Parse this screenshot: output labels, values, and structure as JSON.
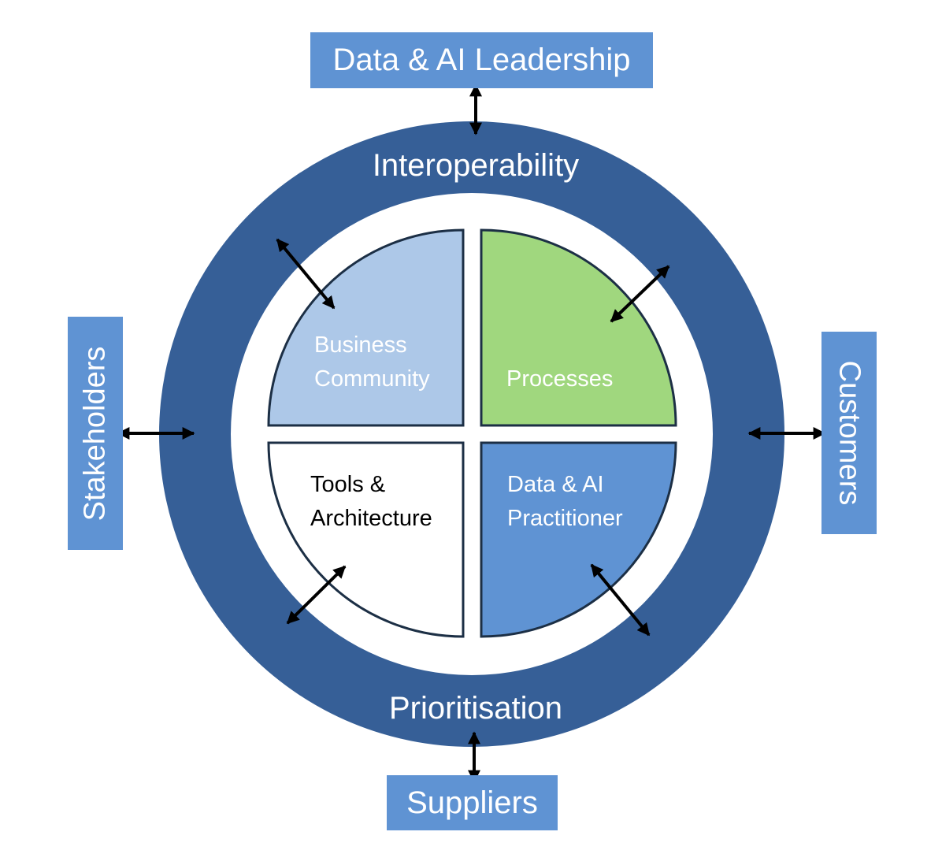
{
  "boxes": {
    "top": "Data & AI Leadership",
    "bottom": "Suppliers",
    "left": "Stakeholders",
    "right": "Customers"
  },
  "ring": {
    "top_label": "Interoperability",
    "bottom_label": "Prioritisation"
  },
  "quadrants": {
    "top_left": {
      "line1": "Business",
      "line2": "Community"
    },
    "top_right": {
      "line1": "Processes"
    },
    "bottom_left": {
      "line1": "Tools &",
      "line2": "Architecture"
    },
    "bottom_right": {
      "line1": "Data & AI",
      "line2": "Practitioner"
    }
  },
  "colors": {
    "ring": "#365f97",
    "box": "#5f93d3",
    "business_community": "#adc8e8",
    "processes": "#a0d77e",
    "tools_architecture": "#ffffff",
    "practitioner": "#5f93d3",
    "outline": "#1c2f45",
    "arrow": "#000000"
  }
}
